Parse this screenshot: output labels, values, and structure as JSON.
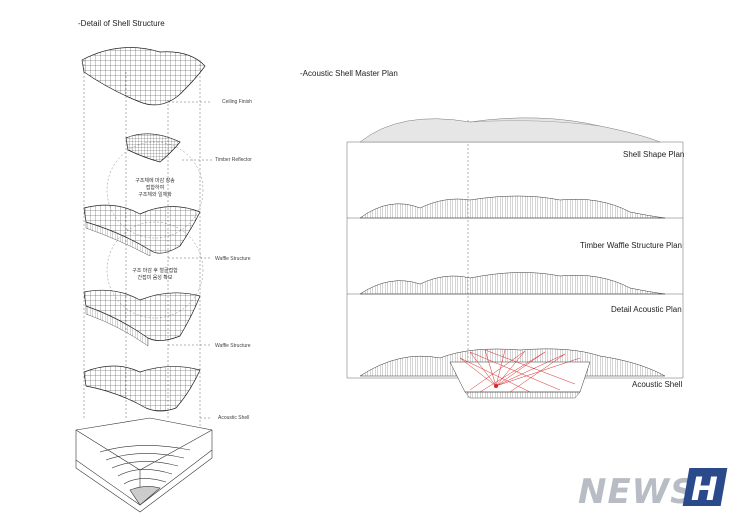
{
  "left_title": "-Detail of Shell Structure",
  "right_title": "-Acoustic Shell Master Plan",
  "layer_labels": {
    "ceiling": "Ceiling Finish",
    "timber": "Timber Reflector",
    "waffle1": "Waffle Structure",
    "waffle2": "Waffle Structure",
    "acoustic": "Acoustic Shell"
  },
  "korean_note_1": [
    "구조체에 마감 장송",
    "접합하여",
    "구조체와 일체화"
  ],
  "korean_note_2": [
    "구조 마감 후 철골접합",
    "간접미 음성 확보"
  ],
  "plan_labels": {
    "shell_shape": "Shell Shape Plan",
    "timber_waffle": "Timber Waffle Structure Plan",
    "detail_acoustic": "Detail Acoustic Plan",
    "acoustic_shell": "Acoustic Shell"
  },
  "logo": {
    "text": "NEWS",
    "letter": "H",
    "color_box": "#2b4a8c",
    "color_text": "#b8bcc4"
  },
  "accent_red": "#d8282a"
}
